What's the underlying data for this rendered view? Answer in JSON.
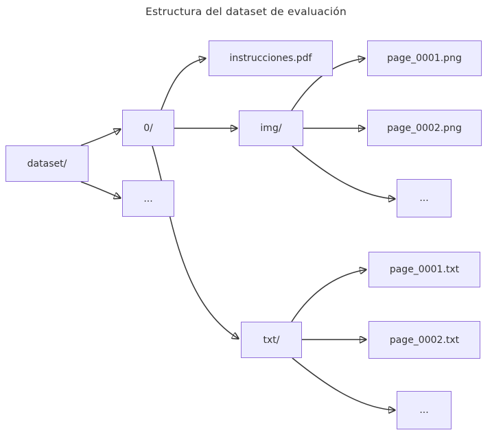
{
  "title": "Estructura del dataset de evaluación",
  "colors": {
    "background": "#FFFFFF",
    "node_fill": "#ECECFF",
    "node_border": "#9370DB",
    "edge_stroke": "#333333",
    "text": "#333333"
  },
  "diagram": {
    "type": "flowchart",
    "direction": "left-to-right",
    "nodes": {
      "dataset": {
        "label": "dataset/"
      },
      "zero": {
        "label": "0/"
      },
      "dots_top": {
        "label": "..."
      },
      "instrucciones": {
        "label": "instrucciones.pdf"
      },
      "img": {
        "label": "img/"
      },
      "png1": {
        "label": "page_0001.png"
      },
      "png2": {
        "label": "page_0002.png"
      },
      "dots_img": {
        "label": "..."
      },
      "txt": {
        "label": "txt/"
      },
      "txt1": {
        "label": "page_0001.txt"
      },
      "txt2": {
        "label": "page_0002.txt"
      },
      "dots_txt": {
        "label": "..."
      }
    },
    "edges": [
      {
        "from": "dataset/",
        "to": "0/"
      },
      {
        "from": "dataset/",
        "to": "..."
      },
      {
        "from": "0/",
        "to": "instrucciones.pdf"
      },
      {
        "from": "0/",
        "to": "img/"
      },
      {
        "from": "0/",
        "to": "txt/"
      },
      {
        "from": "img/",
        "to": "page_0001.png"
      },
      {
        "from": "img/",
        "to": "page_0002.png"
      },
      {
        "from": "img/",
        "to": "..."
      },
      {
        "from": "txt/",
        "to": "page_0001.txt"
      },
      {
        "from": "txt/",
        "to": "page_0002.txt"
      },
      {
        "from": "txt/",
        "to": "..."
      }
    ]
  }
}
